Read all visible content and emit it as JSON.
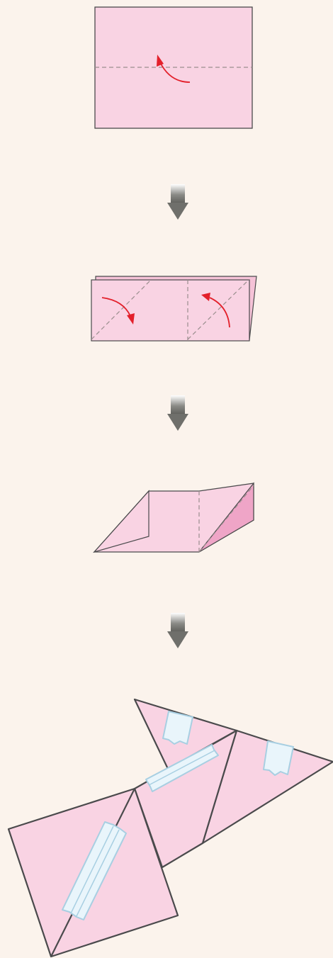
{
  "colors": {
    "background": "#fbf3ec",
    "paper": "#f9d3e3",
    "paper_back": "#f5c2d7",
    "paper_shadow": "#efa5c7",
    "outline": "#4a4a4c",
    "fold_line": "#9a8e8e",
    "fold_arrow": "#e3202b",
    "step_arrow": "#6f6f6b",
    "tape_fill": "#e9f5fb",
    "tape_edge": "#a8cfe2"
  },
  "steps": [
    {
      "name": "step-1-fold-in-half",
      "icons": [
        "valley-fold-line",
        "curved-fold-arrow"
      ]
    },
    {
      "name": "step-2-fold-corners",
      "icons": [
        "valley-fold-line",
        "curved-fold-arrow",
        "curved-fold-arrow"
      ]
    },
    {
      "name": "step-3-folded-shape",
      "icons": [
        "valley-fold-line"
      ]
    },
    {
      "name": "step-4-taped-assembly",
      "icons": [
        "tape-strip",
        "tape-strip",
        "tape-strip",
        "tape-strip"
      ]
    }
  ],
  "step_arrows": [
    "down-arrow-icon",
    "down-arrow-icon",
    "down-arrow-icon"
  ]
}
